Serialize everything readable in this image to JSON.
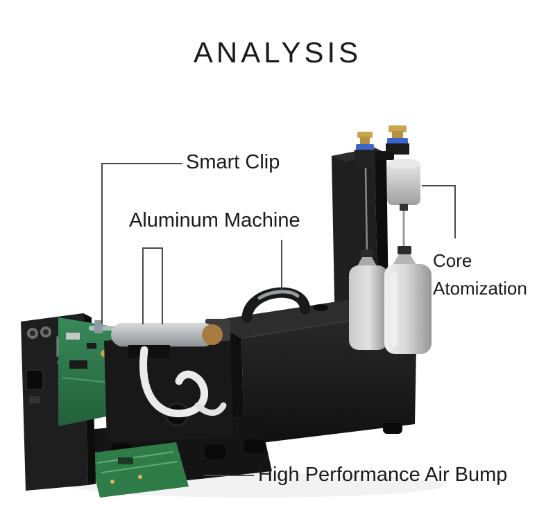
{
  "page": {
    "title": "ANALYSIS",
    "background": "#ffffff"
  },
  "annotations": {
    "smart_clip": {
      "label": "Smart Clip"
    },
    "aluminum_machine": {
      "label": "Aluminum Machine"
    },
    "core_atomization": {
      "line1": "Core",
      "line2": "Atomization"
    },
    "air_pump": {
      "label": "High Performance Air Bump"
    }
  },
  "illustration_parts": [
    "control-box",
    "circuit-board",
    "smart-clip",
    "aluminum-pump-cylinder",
    "machine-body",
    "carry-handle",
    "atomizer-tower",
    "atomizer-heads",
    "aluminum-bottles",
    "white-air-tube",
    "base-plate",
    "bottom-pcb"
  ],
  "colors": {
    "background": "#ffffff",
    "text": "#1a1a1a",
    "leader": "#4a4a4a",
    "machine-black": "#1b1b1b",
    "aluminum": "#c6c6c6",
    "brass": "#b5913f",
    "blue-fitting": "#3a66c9",
    "pcb-green": "#2f7c49",
    "tube-white": "#ebebeb"
  }
}
